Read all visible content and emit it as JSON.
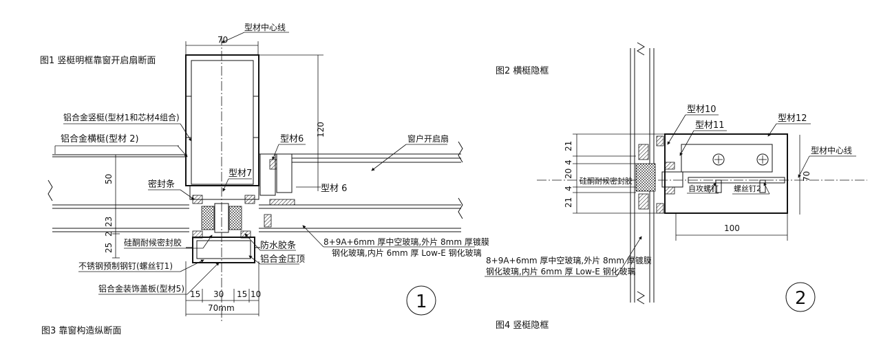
{
  "figure1": {
    "title": "图1 竖梃明框靠窗开启扇断面",
    "centerline": "型材中心线",
    "dim_top": "70",
    "dim_height": "120",
    "label_upright": "铝合金竖梃(型材1和芯材4组合)",
    "label_transom": "铝合金横梃(型材 2)",
    "label_profile6_top": "型材6",
    "label_window": "窗户开启扇",
    "label_seal": "密封条",
    "label_profile7": "型材7",
    "label_profile6_side": "型材 6",
    "label_silicone": "硅酮耐候密封胶",
    "label_waterproof": "防水胶条",
    "label_cap": "铝合金压顶",
    "label_screw": "不锈钢预制钢钉(螺丝钉1)",
    "label_cover": "铝合金装饰盖板(型材5)",
    "label_glass_1": "8+9A+6mm 厚中空玻璃,外片 8mm 厚镀膜",
    "label_glass_2": "钢化玻璃,内片 6mm 厚 Low-E 钢化玻璃",
    "dims_vertical": [
      "50",
      "23",
      "2",
      "25"
    ],
    "dims_bottom": [
      "15",
      "30",
      "15",
      "10"
    ],
    "dim_total": "70mm",
    "marker": "1"
  },
  "figure3": {
    "title": "图3 靠窗构造纵断面"
  },
  "figure2": {
    "title": "图2 横梃隐框",
    "label_p10": "型材10",
    "label_p11": "型材11",
    "label_p12": "型材12",
    "centerline": "型材中心线",
    "dim_right": "70",
    "dims_left": [
      "21",
      "4",
      "20",
      "4",
      "21"
    ],
    "label_silicone": "硅酮耐候密封胶",
    "label_selftap": "自攻螺钉",
    "label_screw2": "螺丝钉2",
    "dim_bottom": "100",
    "label_glass_1": "8+9A+6mm 厚中空玻璃,外片 8mm 厚镀膜",
    "label_glass_2": "钢化玻璃,内片 6mm 厚 Low-E 钢化玻璃",
    "marker": "2"
  },
  "figure4": {
    "title": "图4 竖梃隐框"
  }
}
